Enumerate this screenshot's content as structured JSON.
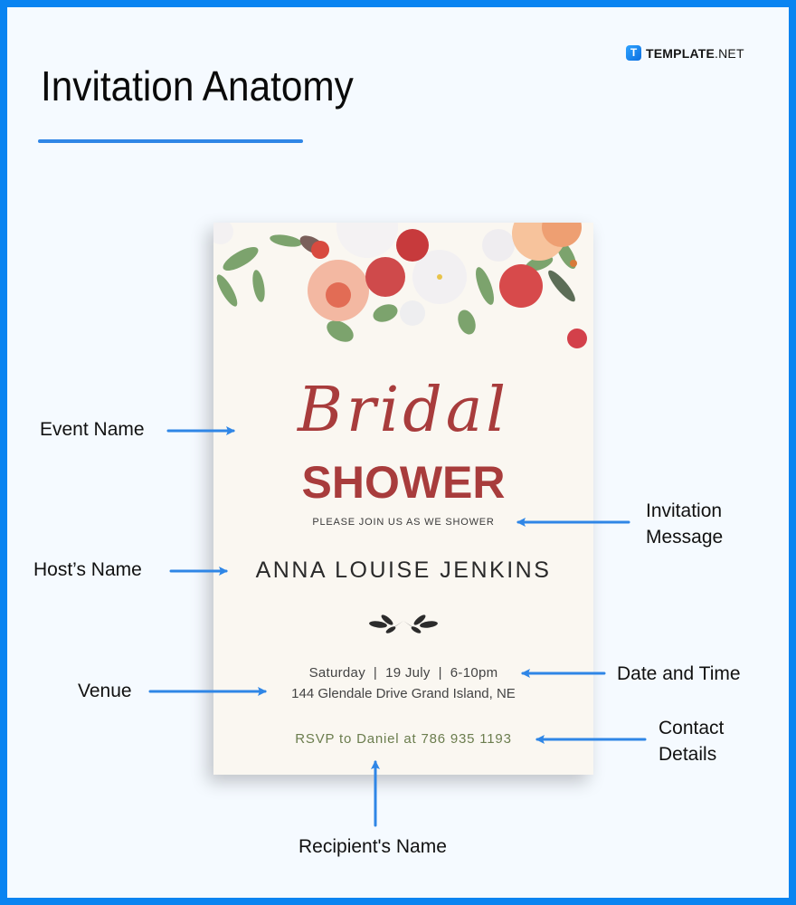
{
  "header": {
    "title": "Invitation Anatomy",
    "logo": {
      "mark": "T",
      "brand_bold": "TEMPLATE",
      "brand_light": ".NET"
    }
  },
  "invitation": {
    "event_script": "Bridal",
    "event_block": "SHOWER",
    "message": "PLEASE JOIN US AS WE SHOWER",
    "host_name": "ANNA LOUISE JENKINS",
    "date_time": "Saturday  |  19 July  |  6-10pm",
    "venue": "144 Glendale Drive Grand Island, NE",
    "rsvp": "RSVP to Daniel at 786 935 1193",
    "colors": {
      "paper": "#faf7f1",
      "title_red": "#a83c3c",
      "rsvp_green": "#6b7d4e"
    }
  },
  "annotations": {
    "event_name": "Event Name",
    "hosts_name": "Host’s Name",
    "venue": "Venue",
    "invitation_message": [
      "Invitation",
      "Message"
    ],
    "date_and_time": "Date and Time",
    "contact_details": [
      "Contact",
      "Details"
    ],
    "recipients_name": "Recipient's Name"
  },
  "colors": {
    "border": "#0a84f1",
    "background": "#f5faff",
    "arrow": "#2f86e6"
  }
}
